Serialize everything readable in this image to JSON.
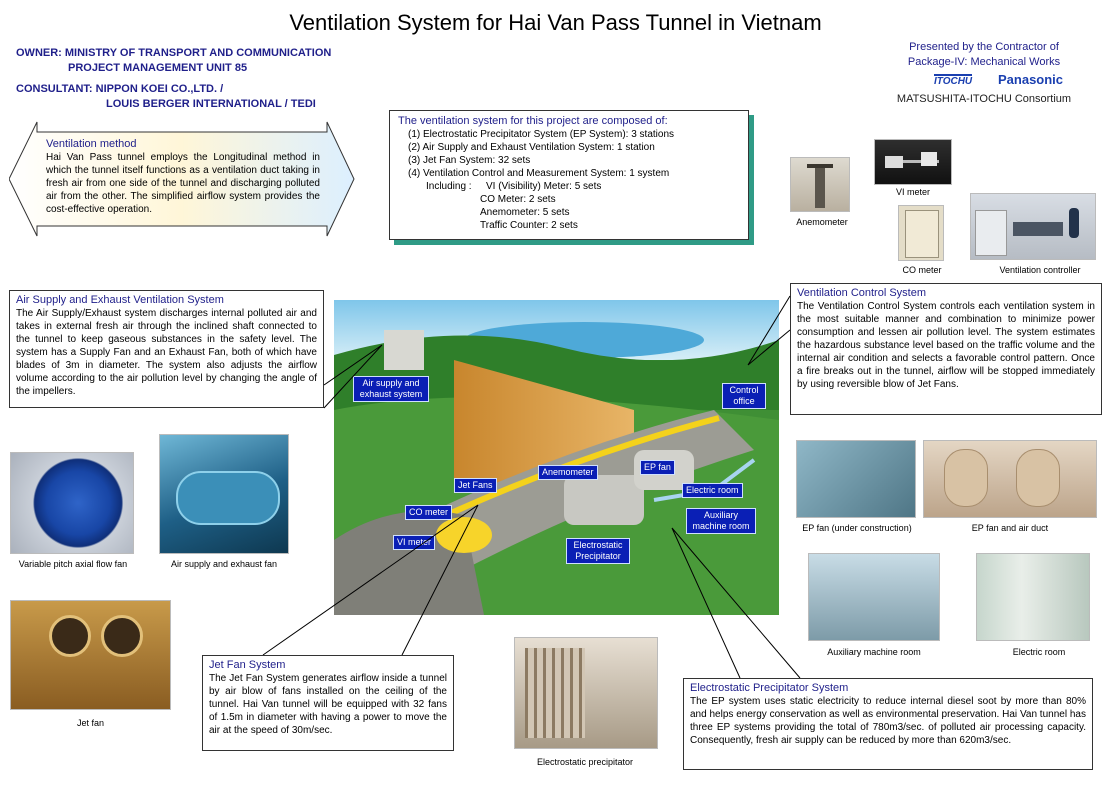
{
  "title": "Ventilation System for Hai Van Pass Tunnel in Vietnam",
  "owner": {
    "line1": "OWNER: MINISTRY OF TRANSPORT AND COMMUNICATION",
    "line2": "PROJECT MANAGEMENT UNIT 85"
  },
  "consultant": {
    "line1": "CONSULTANT: NIPPON KOEI CO.,LTD. /",
    "line2": "LOUIS BERGER INTERNATIONAL / TEDI"
  },
  "presented": {
    "line1": "Presented by the Contractor of",
    "line2": "Package-IV: Mechanical Works",
    "logo_itochu": "ITOCHU",
    "logo_panasonic": "Panasonic",
    "consortium": "MATSUSHITA-ITOCHU Consortium"
  },
  "ventilation_method": {
    "title": "Ventilation method",
    "text": "Hai Van Pass tunnel employs the Longitudinal method in which the tunnel itself functions as a ventilation duct taking in fresh air from one side of the tunnel and discharging polluted air from the other. The simplified airflow system provides the cost-effective operation."
  },
  "composition": {
    "title": "The ventilation system for this project are composed of:",
    "items": [
      "(1) Electrostatic Precipitator System (EP System): 3 stations",
      "(2) Air Supply and Exhaust Ventilation System: 1 station",
      "(3) Jet Fan System: 32 sets",
      "(4) Ventilation Control and Measurement System: 1 system"
    ],
    "including_label": "Including :",
    "including": [
      "VI (Visibility) Meter: 5 sets",
      "CO Meter: 2 sets",
      "Anemometer: 5 sets",
      "Traffic Counter: 2 sets"
    ]
  },
  "top_photos": {
    "anemometer": "Anemometer",
    "vi_meter": "VI meter",
    "co_meter": "CO meter",
    "ventilation_controller": "Ventilation controller"
  },
  "air_supply": {
    "title": "Air Supply and Exhaust Ventilation System",
    "text": "The Air Supply/Exhaust system discharges internal polluted air and takes in external fresh air through the inclined shaft connected to the tunnel to keep gaseous substances in the safety level. The system has a Supply Fan and an Exhaust Fan, both of which have blades of 3m in diameter. The system also adjusts the airflow volume according to the air pollution level by changing the angle of the impellers."
  },
  "control_system": {
    "title": "Ventilation Control System",
    "text": "The Ventilation Control System controls each ventilation system in the most suitable manner and combination to minimize power consumption and lessen air pollution level. The system estimates the hazardous substance level based on the traffic volume and the internal air condition and selects a favorable control pattern. Once a fire breaks out in the tunnel, airflow will be stopped immediately by using reversible blow of Jet Fans."
  },
  "left_photos": {
    "axial_fan": "Variable pitch axial flow fan",
    "supply_fan": "Air supply and exhaust fan",
    "jet_fan": "Jet fan"
  },
  "diagram_labels": {
    "air_supply": "Air supply and exhaust system",
    "control_office": "Control office",
    "anemometer": "Anemometer",
    "ep_fan": "EP fan",
    "jet_fans": "Jet Fans",
    "electric_room": "Electric room",
    "co_meter": "CO meter",
    "auxiliary": "Auxiliary machine room",
    "vi_meter": "VI meter",
    "ep": "Electrostatic Precipitator"
  },
  "right_photos": {
    "ep_fan_construction": "EP fan (under construction)",
    "ep_fan_duct": "EP fan and air duct",
    "auxiliary": "Auxiliary machine room",
    "electric": "Electric room"
  },
  "jet_fan_system": {
    "title": "Jet Fan System",
    "text": "The Jet Fan System generates airflow inside a tunnel by air blow of fans installed on the ceiling of the tunnel. Hai Van tunnel will be equipped with 32 fans of 1.5m in diameter with having a power to move the air at the speed of 30m/sec."
  },
  "ep_photo": "Electrostatic precipitator",
  "ep_system": {
    "title": "Electrostatic Precipitator System",
    "text": "The EP system uses static electricity to reduce internal diesel soot by more than 80% and helps energy conservation as well as environmental preservation. Hai Van tunnel has three EP systems providing the total of 780m3/sec. of polluted air processing capacity. Consequently, fresh air supply can be reduced by more than 620m3/sec."
  },
  "colors": {
    "heading_blue": "#1f1f8a",
    "label_blue": "#0a1fb5",
    "shadow_green": "#2f9b86",
    "panasonic_blue": "#1a3fb0"
  }
}
